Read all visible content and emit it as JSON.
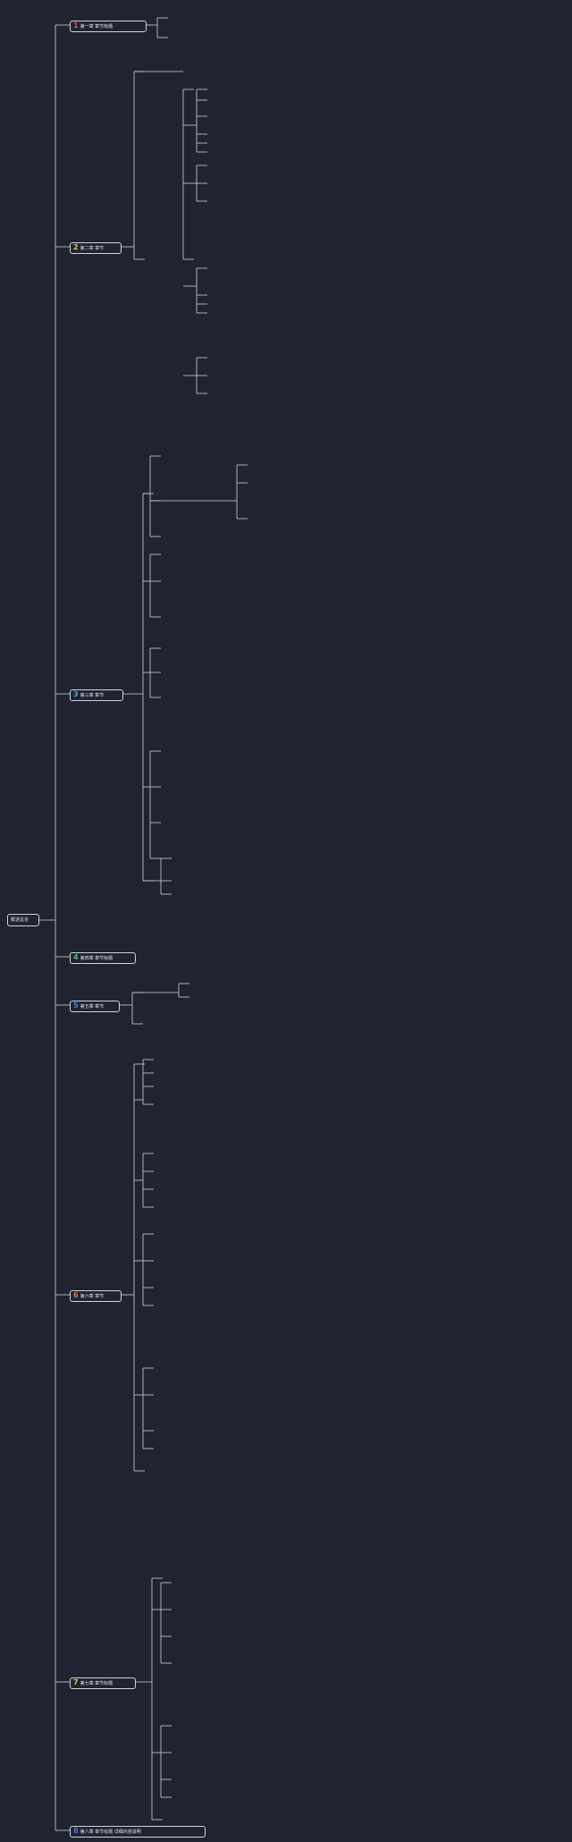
{
  "root": {
    "label": "概述总论"
  },
  "branches": [
    {
      "num": "1",
      "color": "#e5484d",
      "label": "第一章 章节标题"
    },
    {
      "num": "2",
      "color": "#e5c54d",
      "label": "第二章 章节"
    },
    {
      "num": "3",
      "color": "#3fa7e0",
      "label": "第三章 章节"
    },
    {
      "num": "4",
      "color": "#4cc27a",
      "label": "第四章 章节标题"
    },
    {
      "num": "5",
      "color": "#4d7ae5",
      "label": "第五章 章节"
    },
    {
      "num": "6",
      "color": "#e5734d",
      "label": "第六章 章节"
    },
    {
      "num": "7",
      "color": "#e5c54d",
      "label": "第七章 章节标题"
    },
    {
      "num": "8",
      "color": "#5a6fd8",
      "label": "第八章 章节标题 详细内容说明"
    }
  ]
}
